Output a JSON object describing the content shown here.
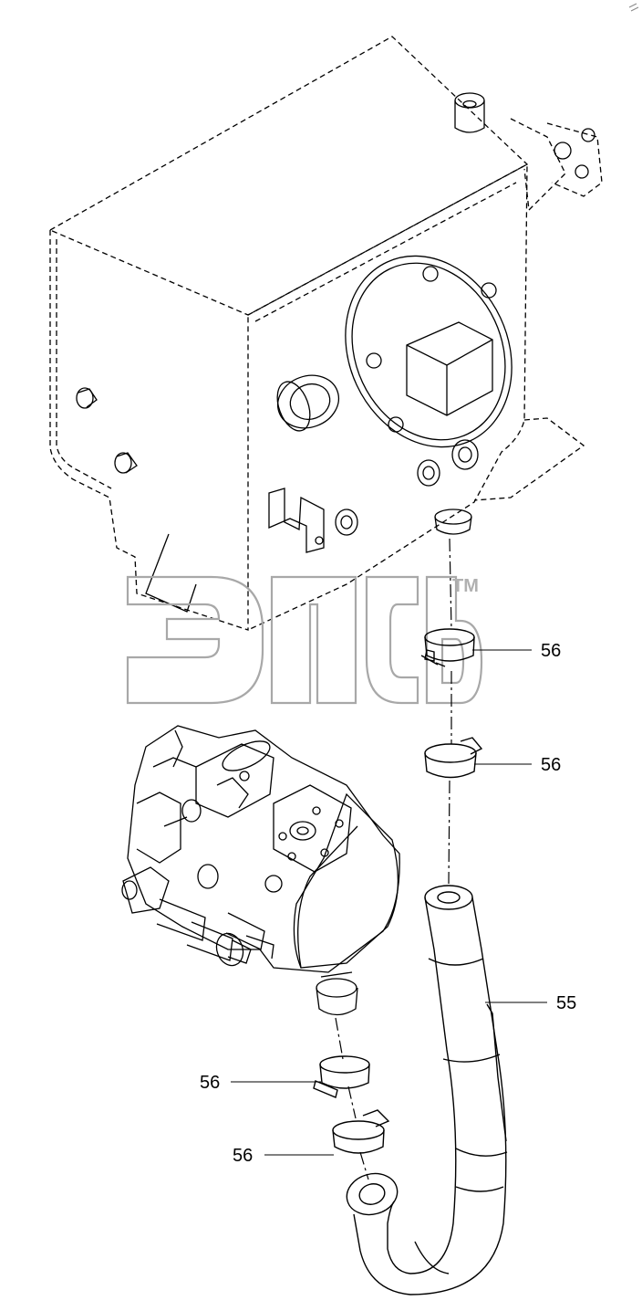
{
  "watermark": {
    "text": "элсб",
    "tm": "TM"
  },
  "callouts": [
    {
      "part": "56",
      "text": "56"
    },
    {
      "part": "56",
      "text": "56"
    },
    {
      "part": "55",
      "text": "55"
    },
    {
      "part": "56",
      "text": "56"
    },
    {
      "part": "56",
      "text": "56"
    }
  ],
  "colors": {
    "line": "#000000",
    "dash": "#000000",
    "watermark": "#bfbfbf"
  }
}
